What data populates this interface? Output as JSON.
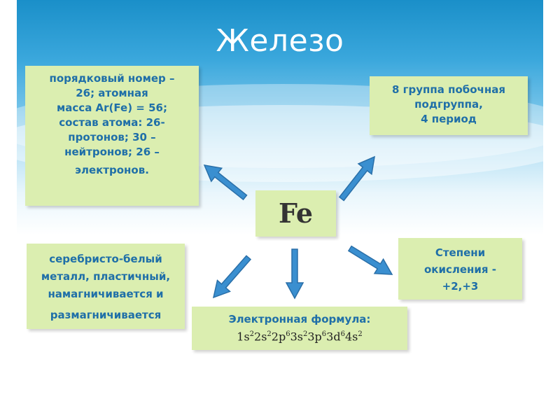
{
  "title": "Железо",
  "center": "Fe",
  "boxes": {
    "top_left": [
      "порядковый номер –",
      "26; атомная",
      "масса Ar(Fe) = 56;",
      "состав атома: 26-",
      "протонов; 30 –",
      "нейтронов; 26 –",
      "электронов."
    ],
    "top_right": [
      "8 группа побочная",
      "подгруппа,",
      "4 период"
    ],
    "bottom_left": [
      "серебристо-белый",
      "металл, пластичный,",
      "намагничивается и",
      "размагничивается"
    ],
    "bottom_right": [
      "Степени",
      "окисления -",
      "+2,+3"
    ],
    "bottom_center": {
      "label": "Электронная формула:",
      "formula_parts": [
        {
          "base": "1s",
          "sup": "2"
        },
        {
          "base": "2s",
          "sup": "2"
        },
        {
          "base": "2p",
          "sup": "6"
        },
        {
          "base": "3s",
          "sup": "2"
        },
        {
          "base": "3p",
          "sup": "6"
        },
        {
          "base": "3d",
          "sup": "6"
        },
        {
          "base": "4s",
          "sup": "2"
        }
      ]
    }
  },
  "colors": {
    "box_fill": "#dbeeb0",
    "box_text": "#1f6fa8",
    "arrow": "#3a8fd0",
    "arrow_outline": "#2a6fa8",
    "title": "#ffffff"
  }
}
